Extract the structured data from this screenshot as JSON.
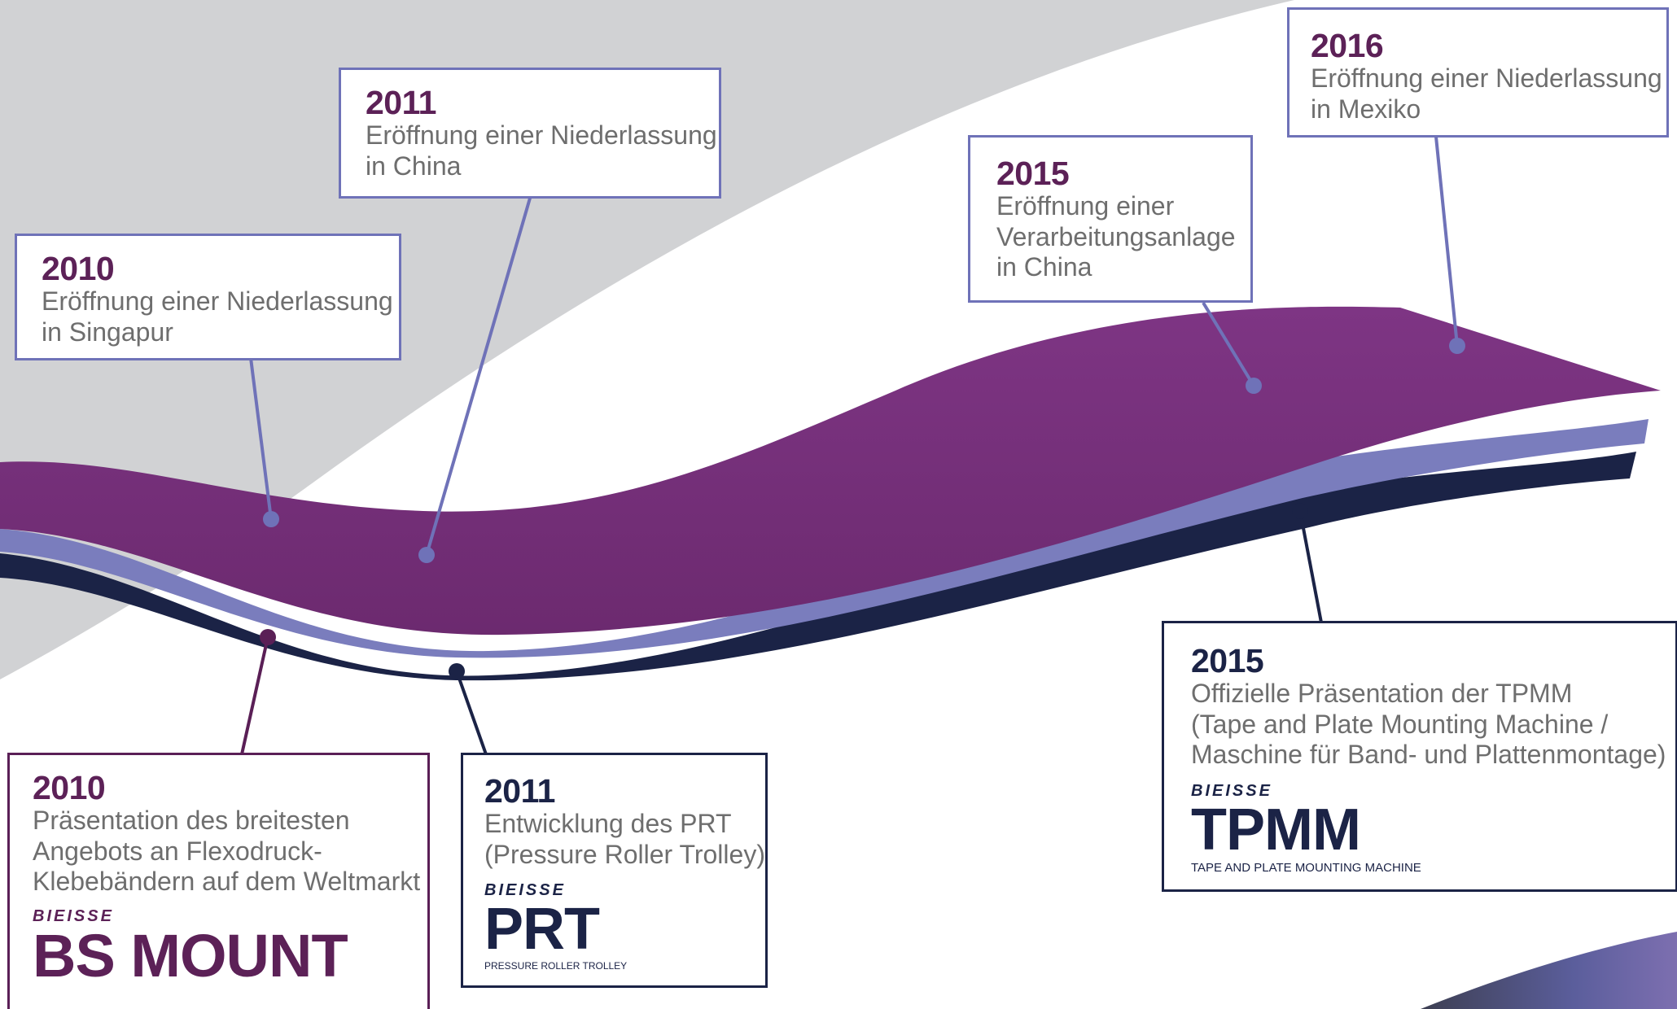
{
  "colors": {
    "background_gray": "#d1d2d4",
    "band_purple": "#742e78",
    "band_lavender": "#7a7dbd",
    "band_navy": "#1b2346",
    "connector_lavender": "#6f72b8",
    "connector_plum": "#5a1f56",
    "connector_navy": "#1b2346",
    "year_purple": "#5c2157",
    "year_navy": "#1b2346",
    "text_gray": "#6e6e6e"
  },
  "milestones_top": [
    {
      "year": "2010",
      "text": "Eröffnung einer Niederlassung\nin Singapur"
    },
    {
      "year": "2011",
      "text": "Eröffnung einer Niederlassung\nin China"
    },
    {
      "year": "2015",
      "text": "Eröffnung einer\nVerarbeitungsanlage\nin China"
    },
    {
      "year": "2016",
      "text": "Eröffnung einer Niederlassung\nin Mexiko"
    }
  ],
  "milestones_bottom": [
    {
      "year": "2010",
      "text": "Präsentation des breitesten\nAngebots an Flexodruck-\nKlebebändern auf dem Weltmarkt",
      "logo": {
        "brand": "BIEISSE",
        "name": "BS MOUNT",
        "subtitle": ""
      }
    },
    {
      "year": "2011",
      "text": "Entwicklung des PRT\n(Pressure Roller Trolley)",
      "logo": {
        "brand": "BIEISSE",
        "name": "PRT",
        "subtitle": "PRESSURE ROLLER TROLLEY"
      }
    },
    {
      "year": "2015",
      "text": "Offizielle Präsentation der TPMM\n(Tape and Plate Mounting Machine /\nMaschine für Band- und Plattenmontage)",
      "logo": {
        "brand": "BIEISSE",
        "name": "TPMM",
        "subtitle": "TAPE AND PLATE MOUNTING MACHINE"
      }
    }
  ]
}
